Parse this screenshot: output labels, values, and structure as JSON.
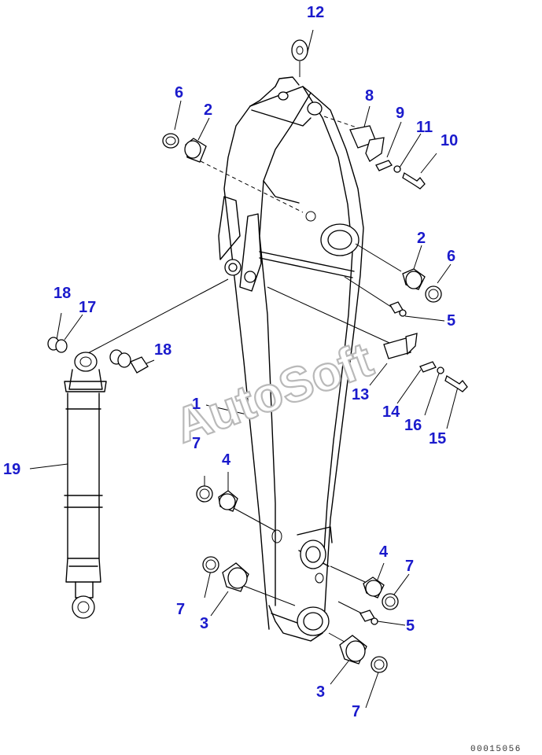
{
  "callouts": {
    "c12": "12",
    "c6a": "6",
    "c2a": "2",
    "c8": "8",
    "c9": "9",
    "c11": "11",
    "c10": "10",
    "c2b": "2",
    "c6b": "6",
    "c5a": "5",
    "c18a": "18",
    "c17": "17",
    "c18b": "18",
    "c1": "1",
    "c13": "13",
    "c14": "14",
    "c16": "16",
    "c15": "15",
    "c19": "19",
    "c7a": "7",
    "c4a": "4",
    "c4b": "4",
    "c7b": "7",
    "c7c": "7",
    "c3a": "3",
    "c5b": "5",
    "c3b": "3",
    "c7d": "7"
  },
  "watermark": "AutoSoft",
  "drawing_code": "00015056",
  "colors": {
    "callout": "#1a1acc",
    "line": "#000000",
    "watermark": "#b9b9b9"
  }
}
